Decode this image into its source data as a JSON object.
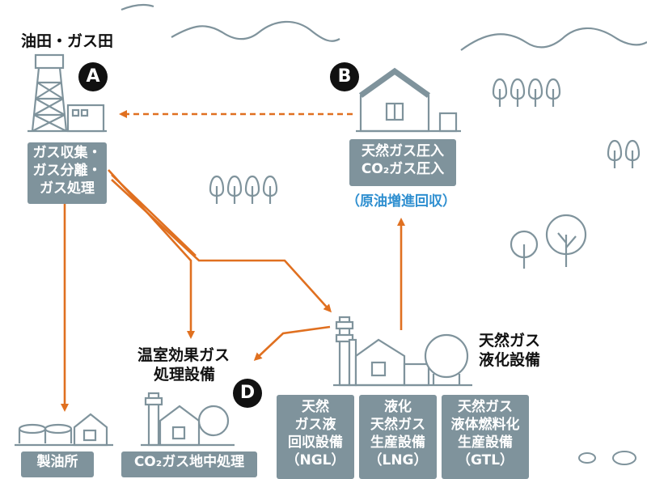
{
  "colors": {
    "box": "#7f939c",
    "arrow": "#e07020",
    "line": "#7f939c",
    "note": "#2f8fd0"
  },
  "oilfield": {
    "title": "油田・ガス田",
    "badge": "A",
    "box": [
      "ガス収集・",
      "ガス分離・",
      "ガス処理"
    ]
  },
  "injection": {
    "badge": "B",
    "box": [
      "天然ガス圧入",
      "CO₂ガス圧入"
    ],
    "note": "（原油増進回収）"
  },
  "lng": {
    "title": [
      "天然ガス",
      "液化設備"
    ]
  },
  "ghg": {
    "title": [
      "温室効果ガス",
      "処理設備"
    ],
    "badge": "D"
  },
  "bottom_boxes": [
    {
      "lines": [
        "天然",
        "ガス液",
        "回収設備",
        "（NGL）"
      ]
    },
    {
      "lines": [
        "液化",
        "天然ガス",
        "生産設備",
        "（LNG）"
      ]
    },
    {
      "lines": [
        "天然ガス",
        "液体燃料化",
        "生産設備",
        "（GTL）"
      ]
    }
  ],
  "refinery_box": "製油所",
  "co2_box": "CO₂ガス地中処理"
}
